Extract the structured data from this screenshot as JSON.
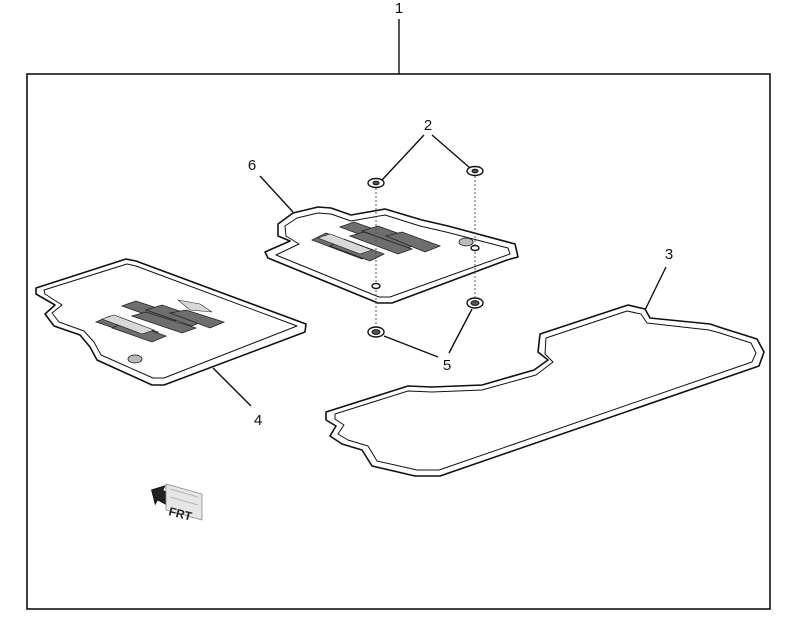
{
  "callouts": {
    "c1": "1",
    "c2": "2",
    "c3": "3",
    "c4": "4",
    "c5": "5",
    "c6": "6"
  },
  "direction_indicator": {
    "label": "FRT",
    "icon": "front-arrow-icon"
  },
  "colors": {
    "line": "#111111",
    "emboss": "#6e6e6e",
    "background": "#ffffff"
  }
}
